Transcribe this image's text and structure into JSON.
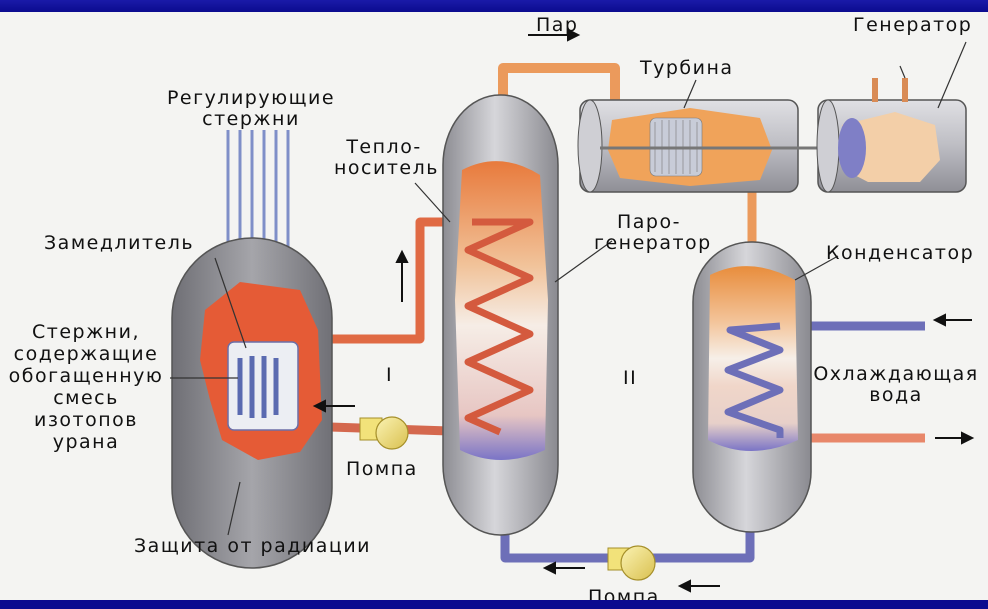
{
  "labels": {
    "control_rods": [
      "Регулирующие",
      "стержни"
    ],
    "coolant": [
      "Тепло-",
      "носитель"
    ],
    "moderator": "Замедлитель",
    "fuel_rods": [
      "Стержни,",
      "содержащие",
      "обогащенную",
      "смесь",
      "изотопов",
      "урана"
    ],
    "loop_one": "I",
    "loop_two": "II",
    "pump_1": "Помпа",
    "pump_2": "Помпа",
    "radiation_shield": "Защита от радиации",
    "steam": "Пар",
    "turbine": "Турбина",
    "generator": "Генератор",
    "steam_generator": [
      "Паро-",
      "генератор"
    ],
    "condenser": "Конденсатор",
    "cooling_water": [
      "Охлаждающая",
      "вода"
    ]
  },
  "colors": {
    "frame": "#0b0b8f",
    "hot_pipe": "#e06a44",
    "cold_pipe": "#6d6fb8",
    "steam_pipe": "#eb9a5c",
    "vessel_gray": "#9a9aa0",
    "pump_yellow": "#f2e27a"
  }
}
